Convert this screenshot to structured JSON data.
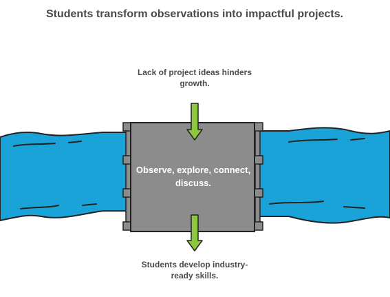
{
  "title": "Students transform observations into impactful projects.",
  "input_label": "Lack of project ideas hinders growth.",
  "process_label": "Observe, explore, connect, discuss.",
  "output_label": "Students develop industry-ready skills.",
  "colors": {
    "river": "#1aa3d9",
    "gate": "#8c8c8c",
    "arrow": "#8dc63f",
    "outline": "#222222"
  }
}
